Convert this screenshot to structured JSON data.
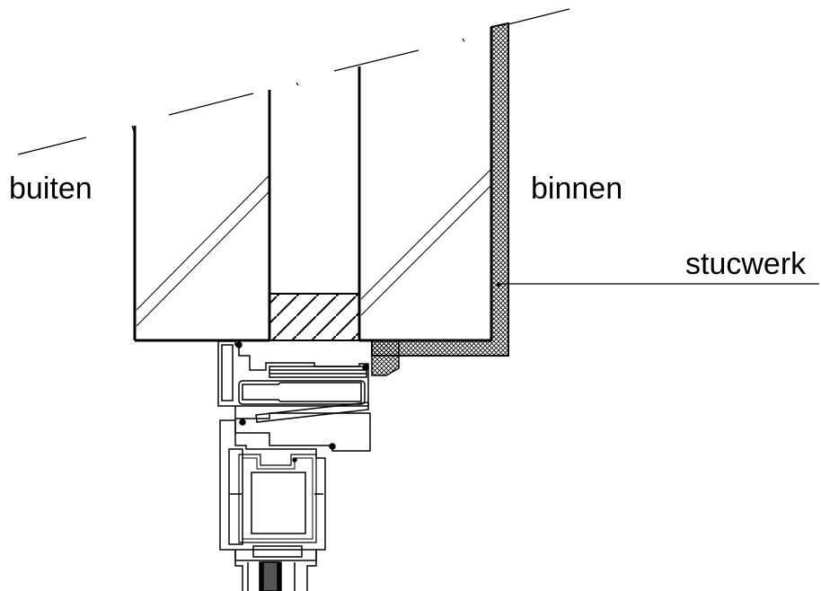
{
  "labels": {
    "outside": "buiten",
    "inside": "binnen",
    "plaster": "stucwerk"
  },
  "colors": {
    "line": "#000000",
    "background": "#ffffff"
  }
}
